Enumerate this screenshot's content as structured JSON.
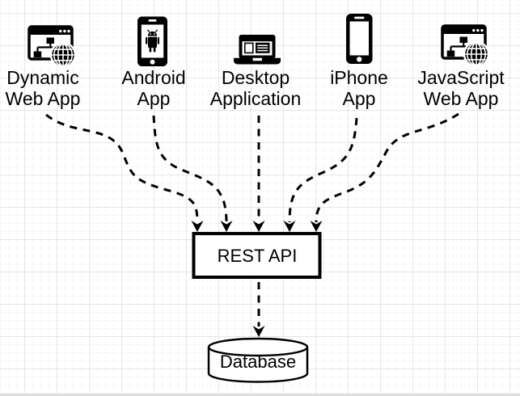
{
  "canvas": {
    "background_color": "#ffffff",
    "grid_minor_color": "#f6f6f6",
    "grid_major_color": "#e5e5e5",
    "stroke_color": "#000000",
    "node_fill_color": "#ffffff"
  },
  "clients": [
    {
      "name": "dynamic-web-app",
      "icon": "browser-sitemap-globe-icon",
      "label_lines": [
        "Dynamic",
        "Web App"
      ]
    },
    {
      "name": "android-app",
      "icon": "android-phone-icon",
      "label_lines": [
        "Android",
        "App"
      ]
    },
    {
      "name": "desktop-application",
      "icon": "laptop-browser-icon",
      "label_lines": [
        "Desktop",
        "Application"
      ]
    },
    {
      "name": "iphone-app",
      "icon": "smartphone-icon",
      "label_lines": [
        "iPhone",
        "App"
      ]
    },
    {
      "name": "javascript-web-app",
      "icon": "browser-sitemap-globe-icon",
      "label_lines": [
        "JavaScript",
        "Web App"
      ]
    }
  ],
  "nodes": {
    "rest_api": {
      "label": "REST API",
      "shape": "rectangle"
    },
    "database": {
      "label": "Database",
      "shape": "cylinder"
    }
  },
  "connections": [
    {
      "from": "dynamic-web-app",
      "to": "rest-api",
      "style": "dashed",
      "arrow": "filled-triangle"
    },
    {
      "from": "android-app",
      "to": "rest-api",
      "style": "dashed",
      "arrow": "filled-triangle"
    },
    {
      "from": "desktop-application",
      "to": "rest-api",
      "style": "dashed",
      "arrow": "filled-triangle"
    },
    {
      "from": "iphone-app",
      "to": "rest-api",
      "style": "dashed",
      "arrow": "filled-triangle"
    },
    {
      "from": "javascript-web-app",
      "to": "rest-api",
      "style": "dashed",
      "arrow": "filled-triangle"
    },
    {
      "from": "rest-api",
      "to": "database",
      "style": "dashed",
      "arrow": "filled-triangle"
    }
  ]
}
